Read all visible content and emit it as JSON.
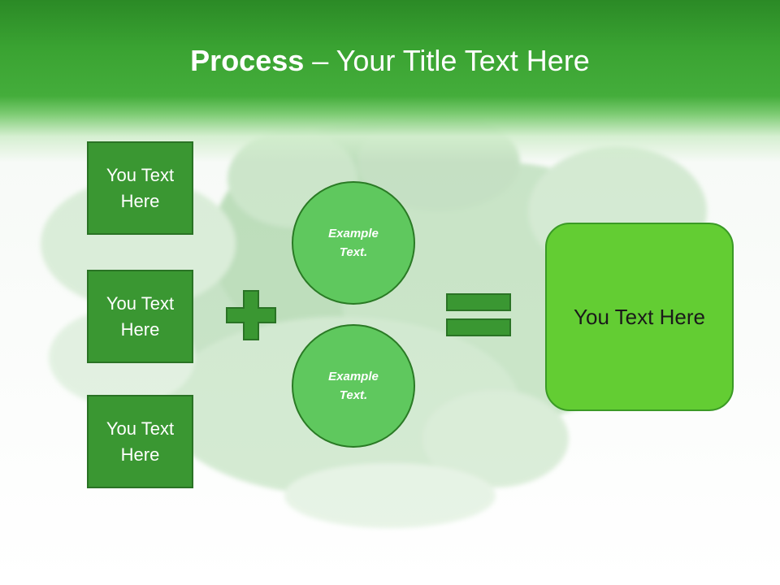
{
  "title": {
    "bold": "Process",
    "rest": " – Your Title Text Here"
  },
  "boxes": [
    {
      "text": "You Text Here"
    },
    {
      "text": "You Text Here"
    },
    {
      "text": "You Text Here"
    }
  ],
  "circles": [
    {
      "text": "Example Text."
    },
    {
      "text": "Example Text."
    }
  ],
  "result": {
    "text": "You Text Here"
  },
  "colors": {
    "header_green": "#3aa332",
    "box_green": "#3a9732",
    "circle_green": "#5fc85e",
    "result_green": "#63cd33",
    "operator_green": "#3a9732"
  },
  "icons": {
    "operator_plus": "plus-icon",
    "operator_equals": "equals-icon",
    "background": "leafy-greens-image"
  }
}
